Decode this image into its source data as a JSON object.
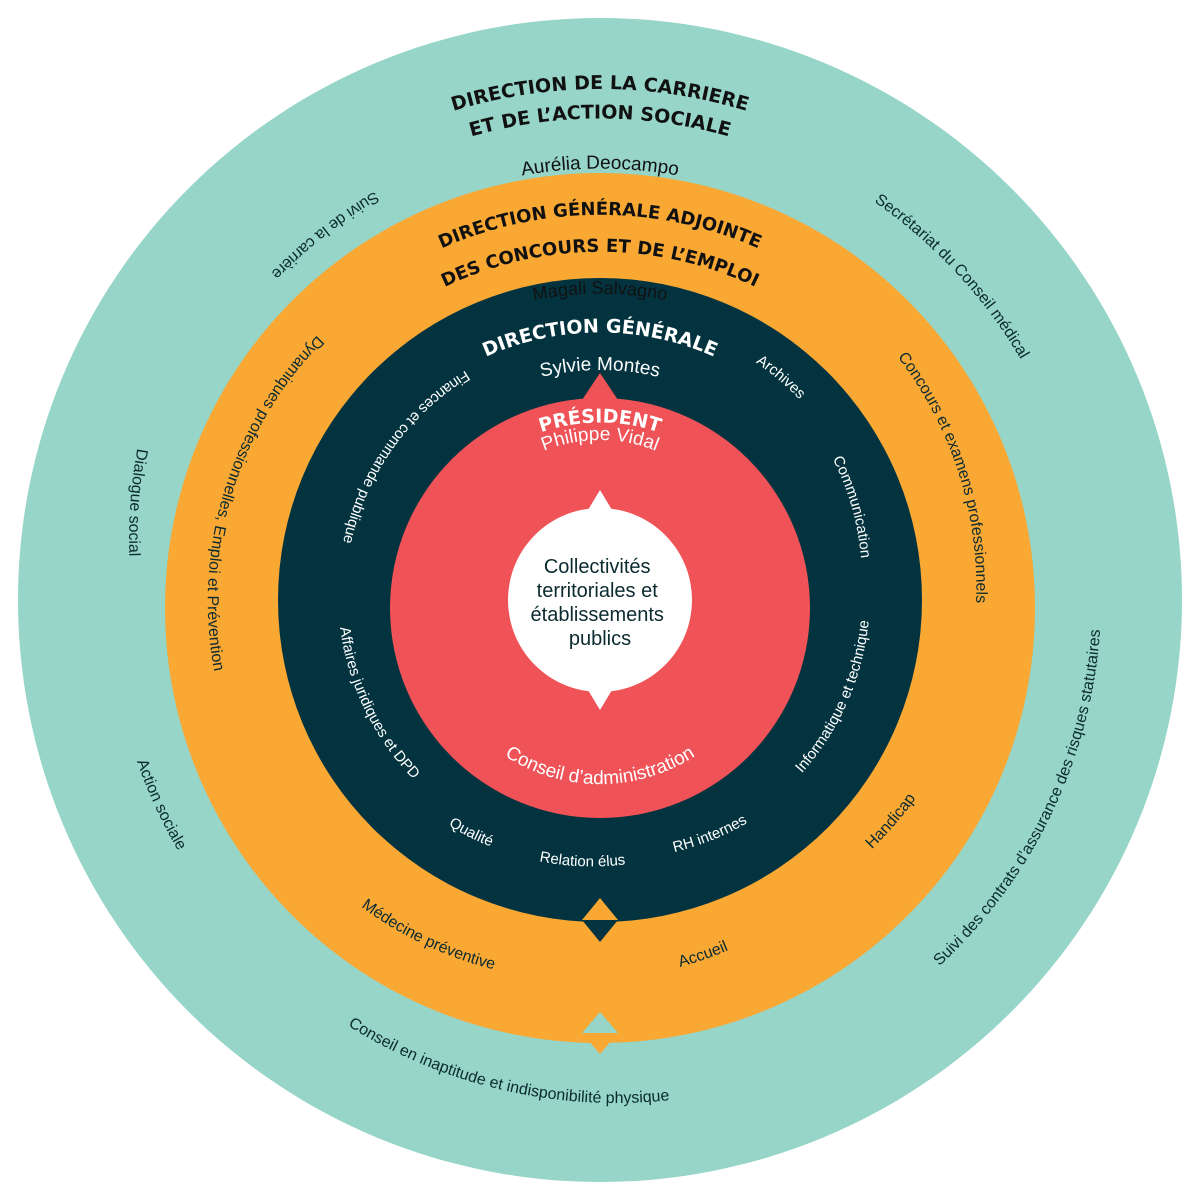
{
  "colors": {
    "teal": "#96d5c8",
    "orange": "#f9a834",
    "dark": "#03333f",
    "red": "#ef5257",
    "white": "#ffffff",
    "text_dark": "#0b2a30",
    "text_black": "#111111",
    "text_white": "#ffffff"
  },
  "rings": {
    "outer": {
      "title_line1": "DIRECTION DE LA CARRIERE",
      "title_line2": "ET DE L’ACTION SOCIALE",
      "name": "Aurélia Deocampo",
      "items": [
        "Suivi de la carrière",
        "Secrétariat du Conseil médical",
        "Dialogue social",
        "Action sociale",
        "Suivi des contrats d’assurance des risques statutaires",
        "Conseil en inaptitude  et indisponibilité physique"
      ]
    },
    "second": {
      "title_line1": "DIRECTION GÉNÉRALE ADJOINTE",
      "title_line2": "DES CONCOURS ET DE L’EMPLOI",
      "name": "Magali Salvagno",
      "items": [
        "Dynamiques professionnelles, Emploi et Prévention",
        "Concours et examens professionnels",
        "Handicap",
        "Médecine préventive",
        "Accueil"
      ]
    },
    "third": {
      "title": "DIRECTION GÉNÉRALE",
      "name": "Sylvie Montes",
      "items": [
        "Finances et commande publique",
        "Archives",
        "Communication",
        "Affaires juridiques et DPD",
        "Informatique et technique",
        "Qualité",
        "Relation élus",
        "RH internes"
      ]
    },
    "inner": {
      "title": "PRÉSIDENT",
      "name": "Philippe Vidal",
      "footer": "Conseil d’administration"
    }
  },
  "center": {
    "lines": [
      "Collectivités",
      "territoriales et",
      "établissements",
      "publics"
    ]
  }
}
